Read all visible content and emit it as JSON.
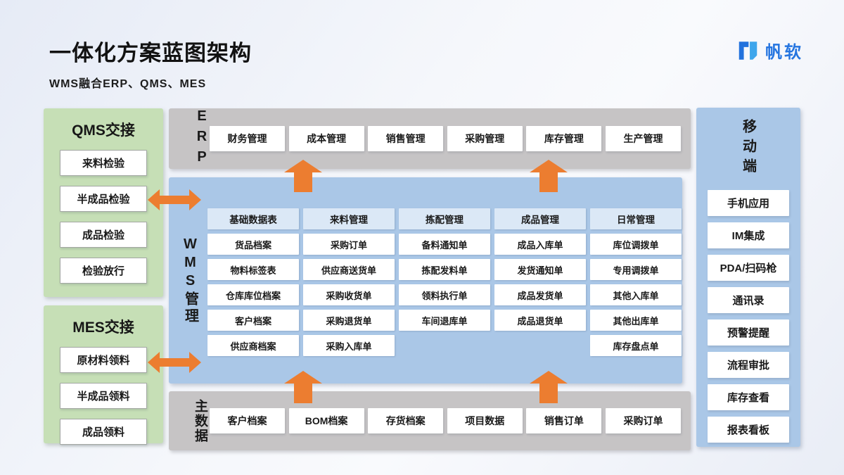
{
  "page": {
    "title": "一体化方案蓝图架构",
    "subtitle": "WMS融合ERP、QMS、MES"
  },
  "logo": {
    "text": "帆软"
  },
  "colors": {
    "panel_green": "#c6dfb6",
    "panel_blue": "#aac7e7",
    "bar_gray": "#c6c4c5",
    "header_cell_blue": "#dbe8f6",
    "arrow_orange": "#ec7d30",
    "logo_blue": "#2575e0",
    "logo_light_blue": "#3ea6ec"
  },
  "qms": {
    "title": "QMS交接",
    "items": [
      "来料检验",
      "半成品检验",
      "成品检验",
      "检验放行"
    ]
  },
  "mes": {
    "title": "MES交接",
    "items": [
      "原材料领料",
      "半成品领料",
      "成品领料"
    ]
  },
  "erp": {
    "label": "ERP",
    "items": [
      "财务管理",
      "成本管理",
      "销售管理",
      "采购管理",
      "库存管理",
      "生产管理"
    ]
  },
  "wms": {
    "label": "WMS管理",
    "columns": [
      {
        "header": "基础数据表",
        "items": [
          "货品档案",
          "物料标签表",
          "仓库库位档案",
          "客户档案",
          "供应商档案"
        ]
      },
      {
        "header": "来料管理",
        "items": [
          "采购订单",
          "供应商送货单",
          "采购收货单",
          "采购退货单",
          "采购入库单"
        ]
      },
      {
        "header": "拣配管理",
        "items": [
          "备料通知单",
          "拣配发料单",
          "领料执行单",
          "车间退库单"
        ]
      },
      {
        "header": "成品管理",
        "items": [
          "成品入库单",
          "发货通知单",
          "成品发货单",
          "成品退货单"
        ]
      },
      {
        "header": "日常管理",
        "items": [
          "库位调拨单",
          "专用调拨单",
          "其他入库单",
          "其他出库单",
          "库存盘点单"
        ]
      }
    ]
  },
  "master_data": {
    "label": "主数据",
    "items": [
      "客户档案",
      "BOM档案",
      "存货档案",
      "项目数据",
      "销售订单",
      "采购订单"
    ]
  },
  "mobile": {
    "label": "移动端",
    "items": [
      "手机应用",
      "IM集成",
      "PDA/扫码枪",
      "通讯录",
      "预警提醒",
      "流程审批",
      "库存查看",
      "报表看板"
    ]
  },
  "arrows": {
    "color": "#ec7d30",
    "up_arrows": 4,
    "double_arrows": 2
  }
}
